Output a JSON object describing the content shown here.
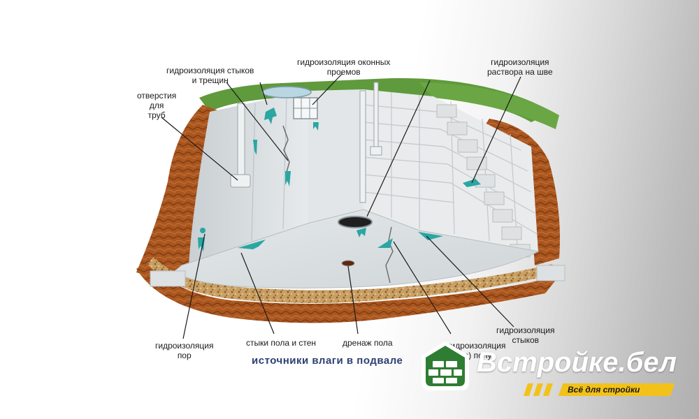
{
  "labels": {
    "joints_cracks": "гидроизоляция стыков\nи трещин",
    "window_openings": "гидроизоляция оконных\nпроемов",
    "mortar_seam": "гидроизоляция\nраствора на шве",
    "pipe_holes": "отверстия\nдля\nтруб",
    "pores": "гидроизоляция\nпор",
    "floor_wall_joints": "стыки пола и стен",
    "floor_drain": "дренаж пола",
    "floor_partial": "гидроизоляция\n(в) полу",
    "joints": "гидроизоляция\nстыков"
  },
  "caption": "источники влаги в подвале",
  "logo": {
    "name": "Встройке.бел",
    "tagline": "Всё для стройки",
    "colors": {
      "green": "#2e7d32",
      "yellow": "#f2c21b",
      "white": "#ffffff"
    },
    "icon": "brick-wall-icon"
  },
  "colors": {
    "grass": "#5f9a3c",
    "soil": "#a9561f",
    "concrete": "#d7dde0",
    "block": "#e9ebec",
    "waterproofing": "#2aa6a3"
  }
}
